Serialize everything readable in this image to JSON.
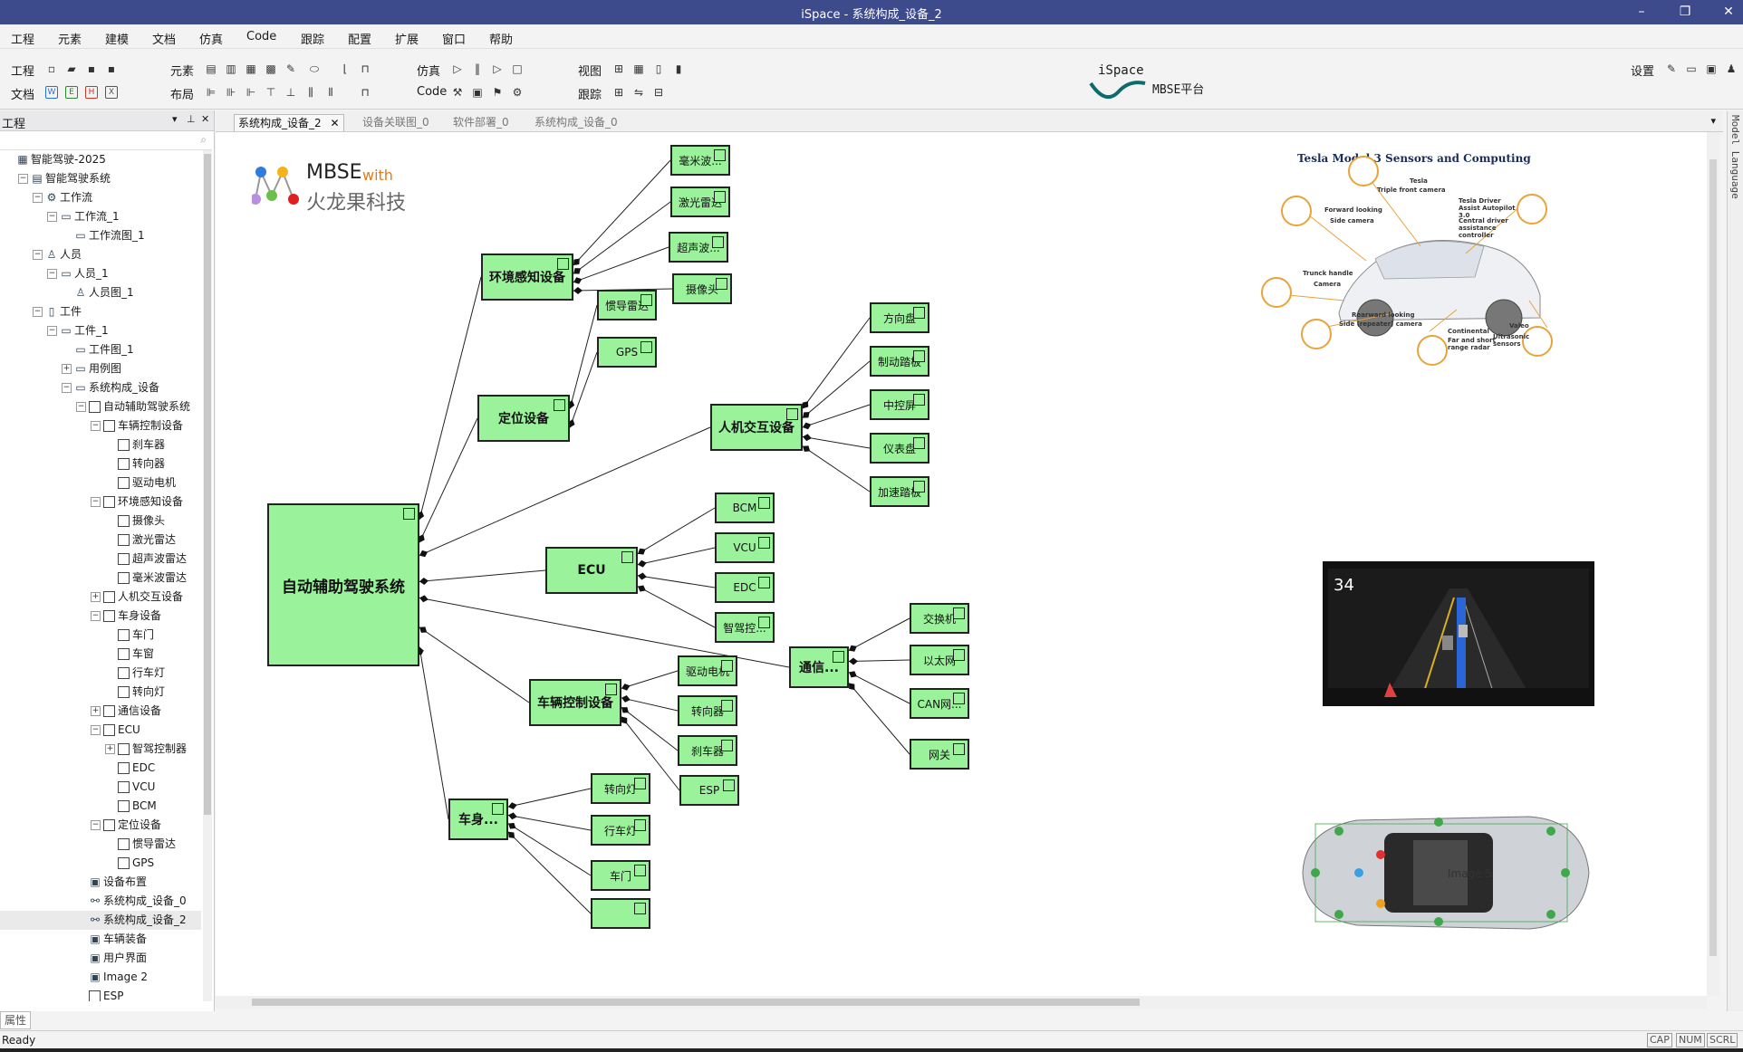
{
  "window": {
    "title": "iSpace - 系统构成_设备_2",
    "min": "–",
    "restore": "❐",
    "close": "✕"
  },
  "menu": [
    "工程",
    "元素",
    "建模",
    "文档",
    "仿真",
    "Code",
    "跟踪",
    "配置",
    "扩展",
    "窗口",
    "帮助"
  ],
  "toolbar": {
    "row1_labels": {
      "project": "工程",
      "element": "元素",
      "sim": "仿真",
      "view": "视图"
    },
    "row2_labels": {
      "doc": "文档",
      "layout": "布局",
      "code": "Code",
      "trace": "跟踪"
    },
    "settings": "设置",
    "logo_title": "iSpace",
    "logo_sub": "MBSE平台"
  },
  "panel": {
    "title": "工程",
    "tree": [
      {
        "label": "智能驾驶-2025",
        "indent": 0,
        "exp": "",
        "icon": "▦",
        "chk": false
      },
      {
        "label": "智能驾驶系统",
        "indent": 1,
        "exp": "⊟",
        "icon": "▤",
        "chk": false
      },
      {
        "label": "工作流",
        "indent": 2,
        "exp": "⊟",
        "icon": "⚙",
        "chk": false
      },
      {
        "label": "工作流_1",
        "indent": 3,
        "exp": "⊟",
        "icon": "▭",
        "chk": false
      },
      {
        "label": "工作流图_1",
        "indent": 4,
        "exp": "",
        "icon": "▭",
        "chk": false
      },
      {
        "label": "人员",
        "indent": 2,
        "exp": "⊟",
        "icon": "♙",
        "chk": false
      },
      {
        "label": "人员_1",
        "indent": 3,
        "exp": "⊟",
        "icon": "▭",
        "chk": false
      },
      {
        "label": "人员图_1",
        "indent": 4,
        "exp": "",
        "icon": "♙",
        "chk": false
      },
      {
        "label": "工件",
        "indent": 2,
        "exp": "⊟",
        "icon": "▯",
        "chk": false
      },
      {
        "label": "工件_1",
        "indent": 3,
        "exp": "⊟",
        "icon": "▭",
        "chk": false
      },
      {
        "label": "工件图_1",
        "indent": 4,
        "exp": "",
        "icon": "▭",
        "chk": false
      },
      {
        "label": "用例图",
        "indent": 4,
        "exp": "⊞",
        "icon": "▭",
        "chk": false
      },
      {
        "label": "系统构成_设备",
        "indent": 4,
        "exp": "⊟",
        "icon": "▭",
        "chk": false
      },
      {
        "label": "自动辅助驾驶系统",
        "indent": 5,
        "exp": "⊟",
        "icon": "",
        "chk": true
      },
      {
        "label": "车辆控制设备",
        "indent": 6,
        "exp": "⊟",
        "icon": "",
        "chk": true
      },
      {
        "label": "刹车器",
        "indent": 7,
        "exp": "",
        "icon": "",
        "chk": true
      },
      {
        "label": "转向器",
        "indent": 7,
        "exp": "",
        "icon": "",
        "chk": true
      },
      {
        "label": "驱动电机",
        "indent": 7,
        "exp": "",
        "icon": "",
        "chk": true
      },
      {
        "label": "环境感知设备",
        "indent": 6,
        "exp": "⊟",
        "icon": "",
        "chk": true
      },
      {
        "label": "摄像头",
        "indent": 7,
        "exp": "",
        "icon": "",
        "chk": true
      },
      {
        "label": "激光雷达",
        "indent": 7,
        "exp": "",
        "icon": "",
        "chk": true
      },
      {
        "label": "超声波雷达",
        "indent": 7,
        "exp": "",
        "icon": "",
        "chk": true
      },
      {
        "label": "毫米波雷达",
        "indent": 7,
        "exp": "",
        "icon": "",
        "chk": true
      },
      {
        "label": "人机交互设备",
        "indent": 6,
        "exp": "⊞",
        "icon": "",
        "chk": true
      },
      {
        "label": "车身设备",
        "indent": 6,
        "exp": "⊟",
        "icon": "",
        "chk": true
      },
      {
        "label": "车门",
        "indent": 7,
        "exp": "",
        "icon": "",
        "chk": true
      },
      {
        "label": "车窗",
        "indent": 7,
        "exp": "",
        "icon": "",
        "chk": true
      },
      {
        "label": "行车灯",
        "indent": 7,
        "exp": "",
        "icon": "",
        "chk": true
      },
      {
        "label": "转向灯",
        "indent": 7,
        "exp": "",
        "icon": "",
        "chk": true
      },
      {
        "label": "通信设备",
        "indent": 6,
        "exp": "⊞",
        "icon": "",
        "chk": true
      },
      {
        "label": "ECU",
        "indent": 6,
        "exp": "⊟",
        "icon": "",
        "chk": true
      },
      {
        "label": "智驾控制器",
        "indent": 7,
        "exp": "⊞",
        "icon": "",
        "chk": true
      },
      {
        "label": "EDC",
        "indent": 7,
        "exp": "",
        "icon": "",
        "chk": true
      },
      {
        "label": "VCU",
        "indent": 7,
        "exp": "",
        "icon": "",
        "chk": true
      },
      {
        "label": "BCM",
        "indent": 7,
        "exp": "",
        "icon": "",
        "chk": true
      },
      {
        "label": "定位设备",
        "indent": 6,
        "exp": "⊟",
        "icon": "",
        "chk": true
      },
      {
        "label": "惯导雷达",
        "indent": 7,
        "exp": "",
        "icon": "",
        "chk": true
      },
      {
        "label": "GPS",
        "indent": 7,
        "exp": "",
        "icon": "",
        "chk": true
      },
      {
        "label": "设备布置",
        "indent": 5,
        "exp": "",
        "icon": "▣",
        "chk": false
      },
      {
        "label": "系统构成_设备_0",
        "indent": 5,
        "exp": "",
        "icon": "⚯",
        "chk": false
      },
      {
        "label": "系统构成_设备_2",
        "indent": 5,
        "exp": "",
        "icon": "⚯",
        "chk": false,
        "sel": true
      },
      {
        "label": "车辆装备",
        "indent": 5,
        "exp": "",
        "icon": "▣",
        "chk": false
      },
      {
        "label": "用户界面",
        "indent": 5,
        "exp": "",
        "icon": "▣",
        "chk": false
      },
      {
        "label": "Image 2",
        "indent": 5,
        "exp": "",
        "icon": "▣",
        "chk": false
      },
      {
        "label": "ESP",
        "indent": 5,
        "exp": "",
        "icon": "",
        "chk": true
      }
    ],
    "props_tab": "属性"
  },
  "tabs": [
    {
      "label": "系统构成_设备_2",
      "active": true
    },
    {
      "label": "设备关联图_0",
      "active": false
    },
    {
      "label": "软件部署_0",
      "active": false
    },
    {
      "label": "系统构成_设备_0",
      "active": false
    }
  ],
  "canvas": {
    "logo": {
      "mbse": "MBSE",
      "with": "with",
      "company": "火龙果科技"
    },
    "nodes": {
      "root": "自动辅助驾驶系统",
      "env": "环境感知设备",
      "loc": "定位设备",
      "hmi": "人机交互设备",
      "ecu": "ECU",
      "comm": "通信...",
      "vctrl": "车辆控制设备",
      "body": "车身...",
      "mmw": "毫米波...",
      "lidar": "激光雷达",
      "ultra": "超声波...",
      "cam": "摄像头",
      "imu": "惯导雷达",
      "gps": "GPS",
      "wheel": "方向盘",
      "brakepedal": "制动踏板",
      "center": "中控屏",
      "dash": "仪表盘",
      "accel": "加速踏板",
      "bcm": "BCM",
      "vcu": "VCU",
      "edc": "EDC",
      "adc": "智驾控...",
      "switch": "交换机",
      "eth": "以太网",
      "can": "CAN网...",
      "gw": "网关",
      "motor": "驱动电机",
      "steer": "转向器",
      "brake": "刹车器",
      "esp": "ESP",
      "turn": "转向灯",
      "head": "行车灯",
      "door": "车门"
    },
    "image1": {
      "caption": "Tesla Model 3 Sensors and Computing",
      "labels": [
        "Tesla",
        "Triple front camera",
        "Forward looking",
        "Side camera",
        "Tesla Driver Assist Autopilot 3.0",
        "Central driver assistance controller",
        "Trunck handle",
        "Camera",
        "Rearward looking",
        "Side (repeater) camera",
        "Continental",
        "Far and short range radar",
        "Valeo",
        "Ultrasonic sensors"
      ]
    },
    "image2": {
      "speed": "34"
    },
    "image3": {
      "label": "Image 5"
    }
  },
  "side_strip": "Model Language",
  "status": {
    "text": "Ready",
    "caps": "CAP",
    "num": "NUM",
    "scrl": "SCRL"
  }
}
